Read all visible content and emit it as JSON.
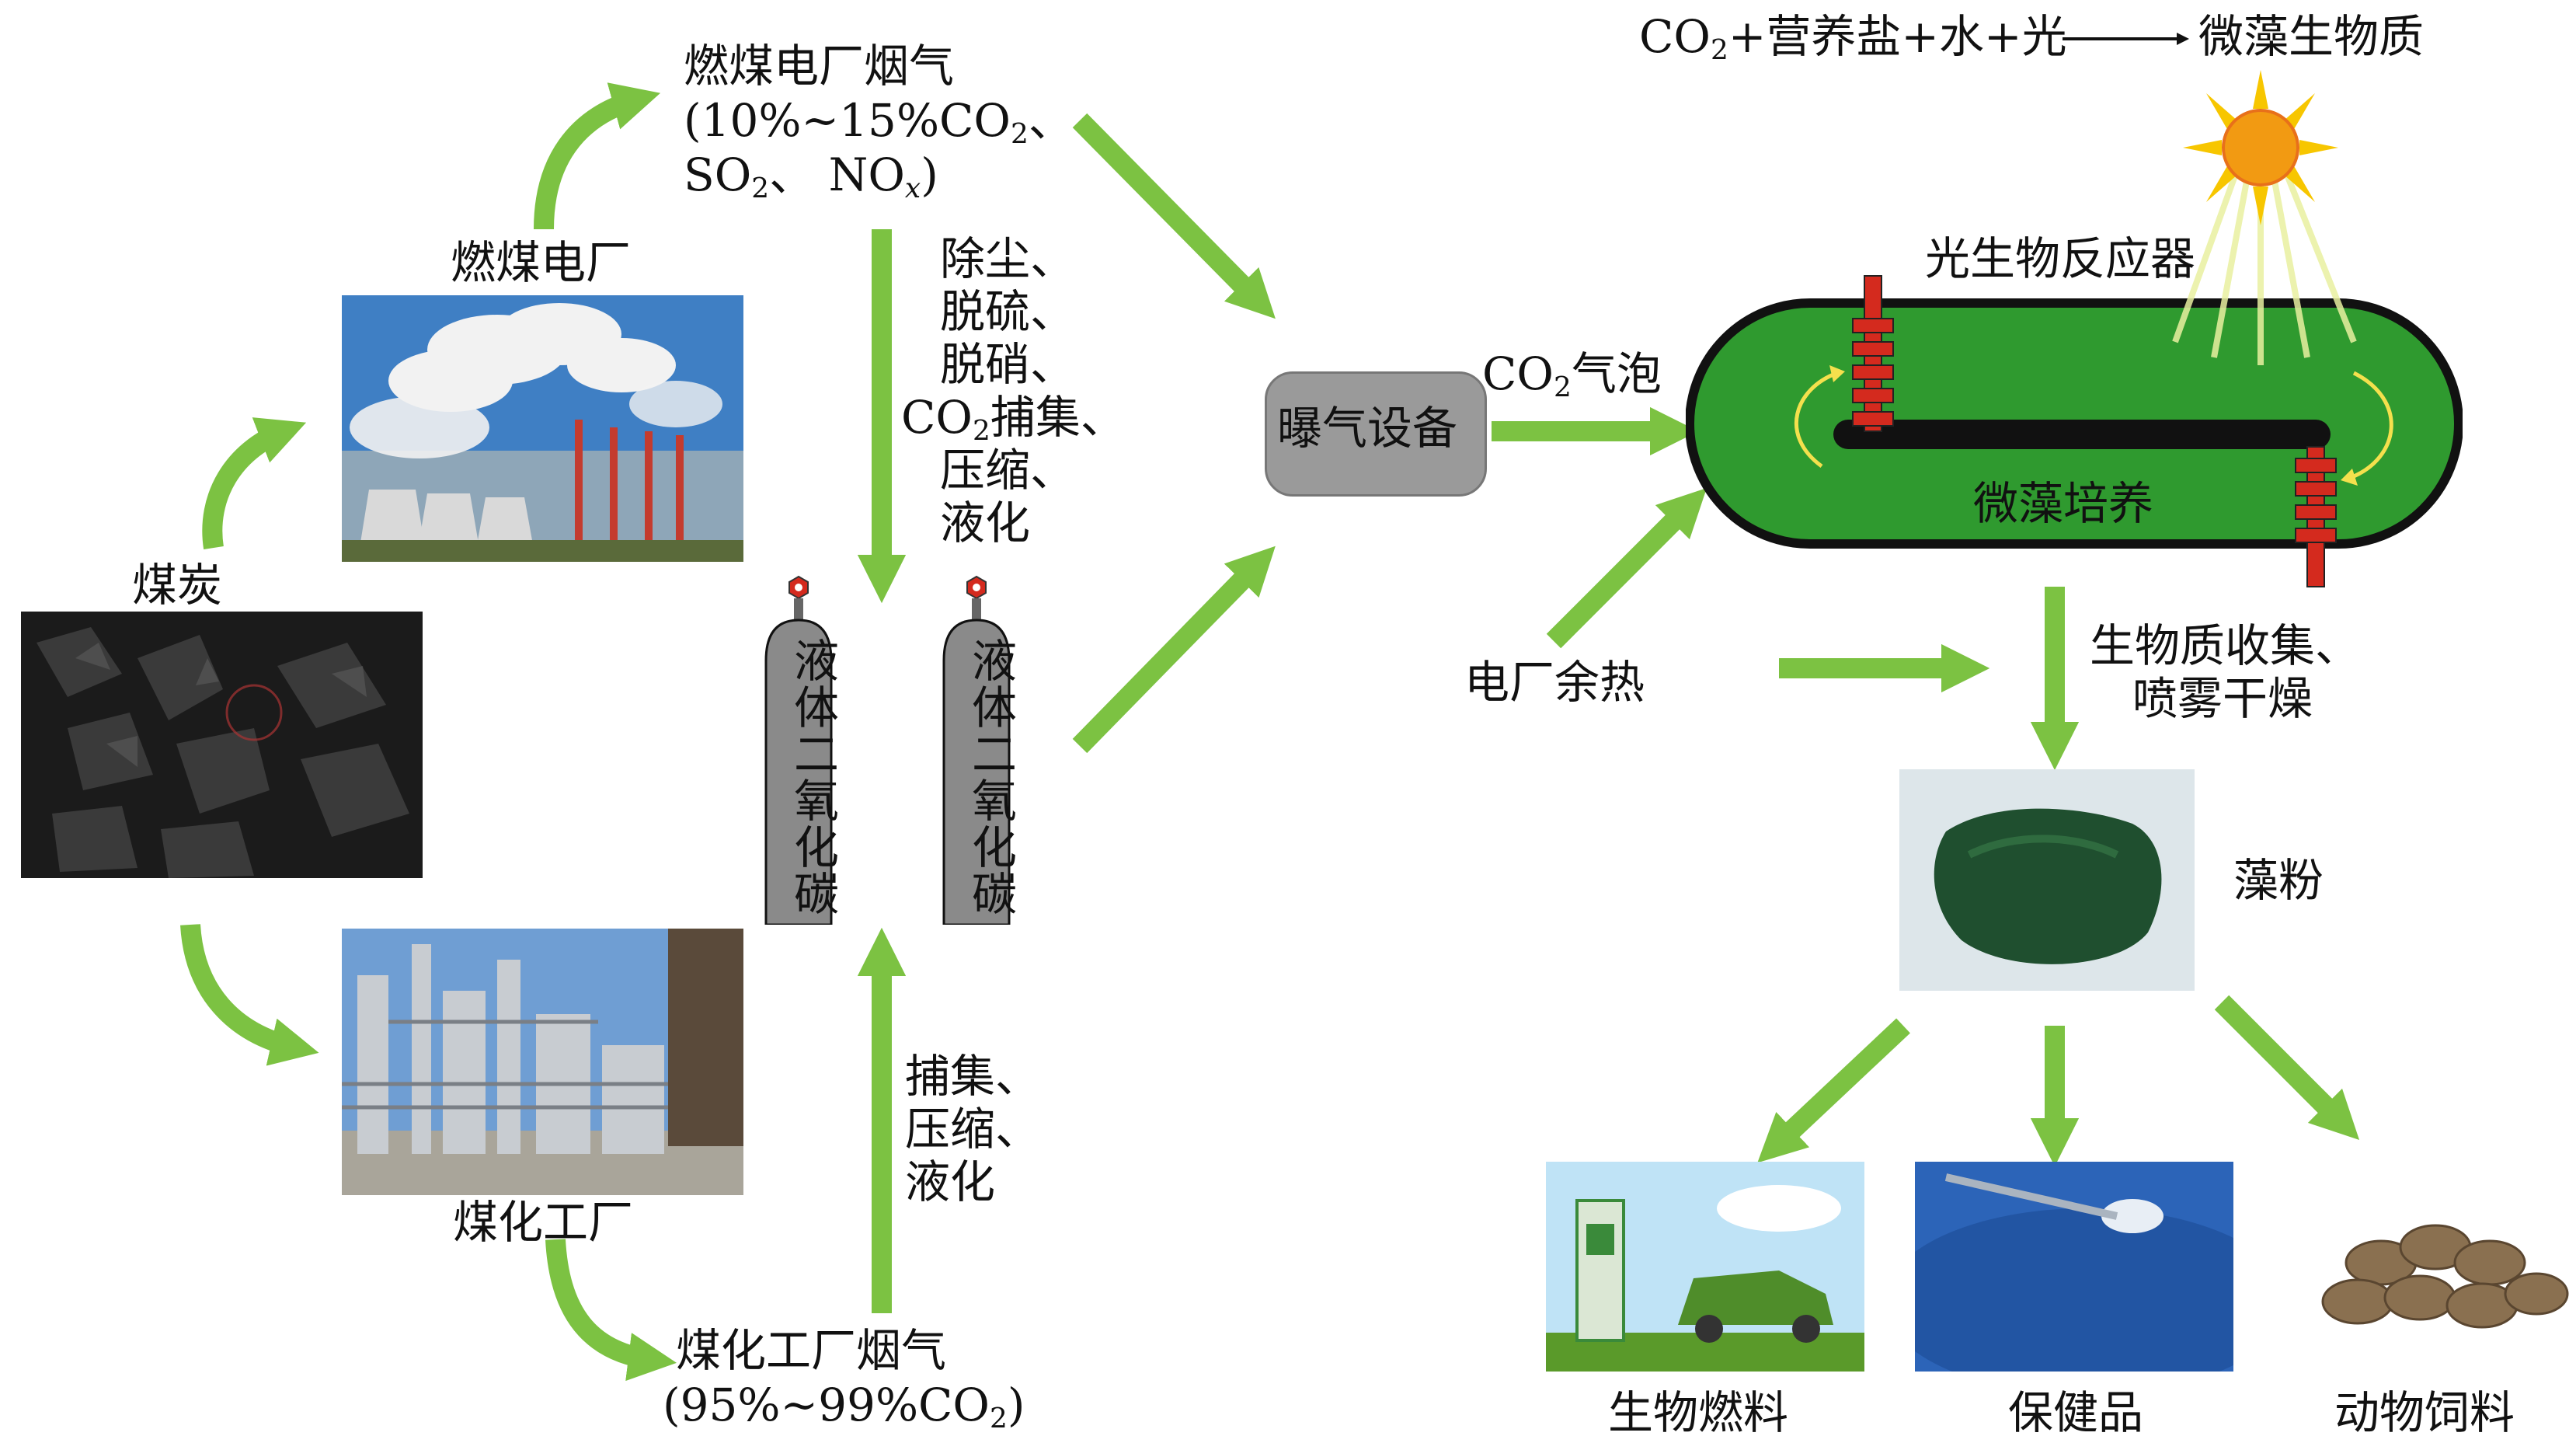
{
  "labels": {
    "coal": "煤炭",
    "power_plant": "燃煤电厂",
    "chem_plant": "煤化工厂",
    "power_flue_line1": "燃煤电厂烟气",
    "power_flue_line2_a": "(10%~15%CO",
    "power_flue_line2_sub": "2",
    "power_flue_line2_b": "、",
    "power_flue_line3_a": "SO",
    "power_flue_line3_sub": "2",
    "power_flue_line3_b": "、 NO",
    "power_flue_line3_sub2": "x",
    "power_flue_line3_c": ")",
    "chem_flue_line1": "煤化工厂烟气",
    "chem_flue_line2_a": "(95%~99%CO",
    "chem_flue_line2_sub": "2",
    "chem_flue_line2_b": ")",
    "process_top": [
      "除尘、",
      "脱硫、",
      "脱硝、"
    ],
    "process_top_co2_a": "CO",
    "process_top_co2_sub": "2",
    "process_top_co2_b": "捕集、",
    "process_top_rest": [
      "压缩、",
      "液化"
    ],
    "process_bottom": [
      "捕集、",
      "压缩、",
      "液化"
    ],
    "tank1": "液体二氧化碳",
    "tank2": "液体二氧化碳",
    "aeration": "曝气设备",
    "co2_bubble_a": "CO",
    "co2_bubble_sub": "2",
    "co2_bubble_b": "气泡",
    "waste_heat": "电厂余热",
    "reactor_title": "光生物反应器",
    "culture": "微藻培养",
    "equation_a": "CO",
    "equation_sub": "2",
    "equation_b": "+营养盐+水+光",
    "equation_result": "微藻生物质",
    "harvest_line1": "生物质收集、",
    "harvest_line2": "喷雾干燥",
    "algae_powder": "藻粉",
    "biofuel": "生物燃料",
    "health": "保健品",
    "feed": "动物饲料"
  },
  "colors": {
    "arrow_green": "#7cc242",
    "reactor_green": "#2f9a2f",
    "reactor_outline": "#111111",
    "aeration_grey": "#9a9a9a",
    "tank_grey": "#8a8a8a",
    "pipe_red": "#d42a1e",
    "sun_yellow": "#f7c600"
  }
}
